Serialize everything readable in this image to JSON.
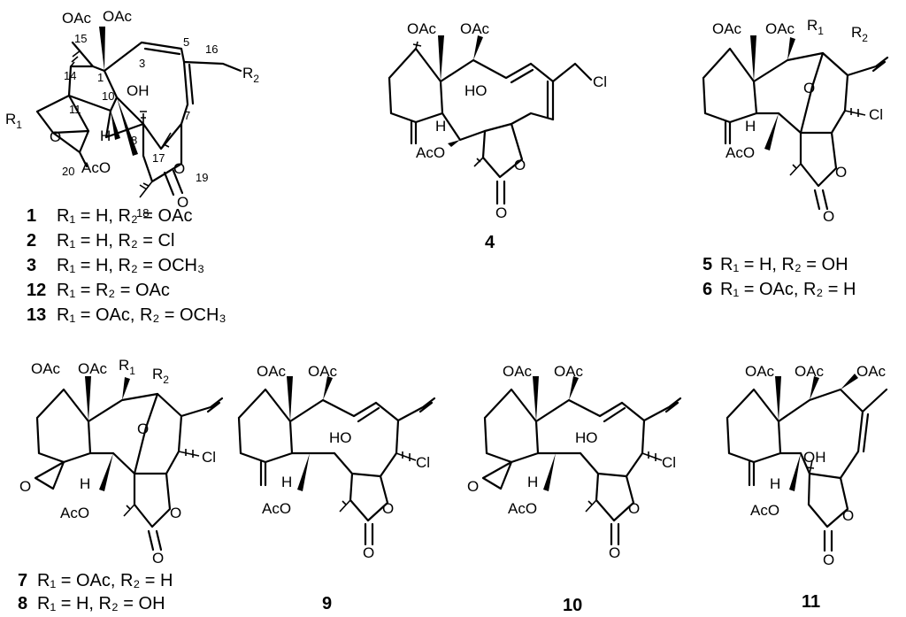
{
  "colors": {
    "ink": "#000000",
    "background": "#ffffff"
  },
  "groups": {
    "oac": "OAc",
    "ho": "HO",
    "oh": "OH",
    "h": "H",
    "o": "O",
    "cl": "Cl",
    "aco": "AcO",
    "r": "R",
    "r1_sub": "1",
    "r2_sub": "2"
  },
  "atom_numbers": [
    "1",
    "3",
    "5",
    "7",
    "8",
    "10",
    "11",
    "14",
    "15",
    "16",
    "17",
    "18",
    "19",
    "20"
  ],
  "captions": [
    {
      "num": "1",
      "text": "R₁ = H, R₂ = OAc"
    },
    {
      "num": "2",
      "text": "R₁ = H, R₂ = Cl"
    },
    {
      "num": "3",
      "text": "R₁ = H, R₂ = OCH₃"
    },
    {
      "num": "12",
      "text": "R₁ = R₂ = OAc"
    },
    {
      "num": "13",
      "text": "R₁ = OAc, R₂ = OCH₃"
    },
    {
      "num": "4",
      "text": ""
    },
    {
      "num": "5",
      "text": "R₁ = H, R₂ = OH"
    },
    {
      "num": "6",
      "text": "R₁ = OAc, R₂ = H"
    },
    {
      "num": "7",
      "text": "R₁ = OAc, R₂ = H"
    },
    {
      "num": "8",
      "text": "R₁ = H, R₂ = OH"
    },
    {
      "num": "9",
      "text": ""
    },
    {
      "num": "10",
      "text": ""
    },
    {
      "num": "11",
      "text": ""
    }
  ]
}
